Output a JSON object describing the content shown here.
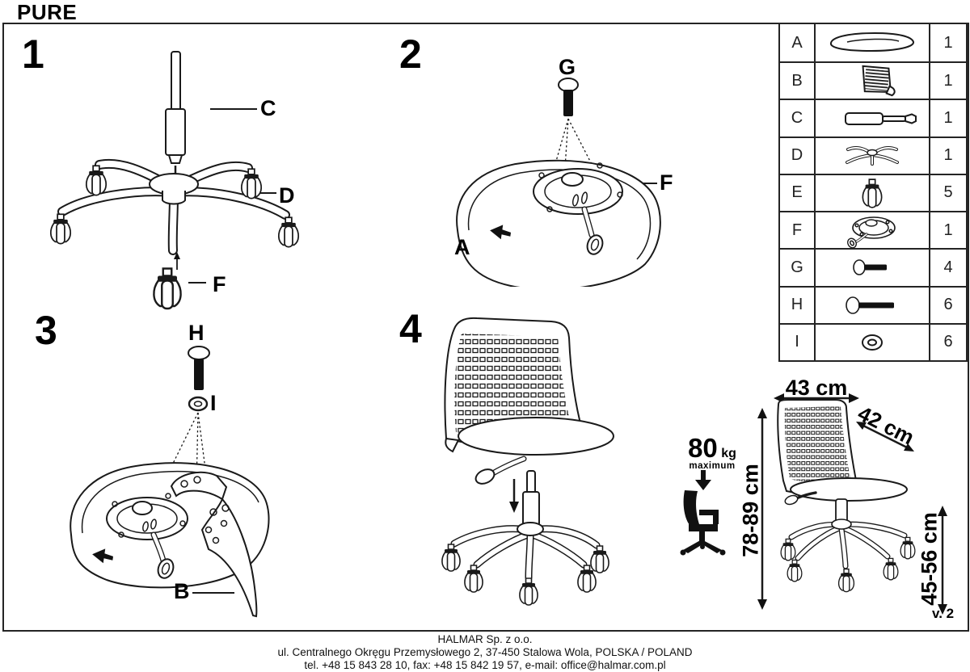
{
  "title": "PURE",
  "steps": [
    {
      "number": "1",
      "labels": [
        "C",
        "D",
        "F"
      ]
    },
    {
      "number": "2",
      "labels": [
        "G",
        "F",
        "A"
      ]
    },
    {
      "number": "3",
      "labels": [
        "H",
        "I",
        "B"
      ]
    },
    {
      "number": "4",
      "labels": []
    }
  ],
  "parts_table": {
    "rows": [
      {
        "letter": "A",
        "icon": "seat-icon",
        "qty": "1"
      },
      {
        "letter": "B",
        "icon": "backrest-icon",
        "qty": "1"
      },
      {
        "letter": "C",
        "icon": "gas-lift-icon",
        "qty": "1"
      },
      {
        "letter": "D",
        "icon": "base-icon",
        "qty": "1"
      },
      {
        "letter": "E",
        "icon": "caster-icon",
        "qty": "5"
      },
      {
        "letter": "F",
        "icon": "mechanism-icon",
        "qty": "1"
      },
      {
        "letter": "G",
        "icon": "short-bolt-icon",
        "qty": "4"
      },
      {
        "letter": "H",
        "icon": "long-bolt-icon",
        "qty": "6"
      },
      {
        "letter": "I",
        "icon": "washer-icon",
        "qty": "6"
      }
    ]
  },
  "dimensions": {
    "width": "43 cm",
    "depth": "42 cm",
    "height": "78-89 cm",
    "seat_height": "45-56 cm",
    "max_load_value": "80",
    "max_load_unit": "kg",
    "max_load_label": "maximum",
    "version": "v. 2"
  },
  "footer": {
    "company": "HALMAR Sp. z o.o.",
    "address": "ul. Centralnego Okręgu Przemysłowego 2, 37-450 Stalowa Wola, POLSKA / POLAND",
    "contact": "tel. +48 15 843 28 10, fax: +48 15 842 19 57, e-mail: office@halmar.com.pl"
  }
}
